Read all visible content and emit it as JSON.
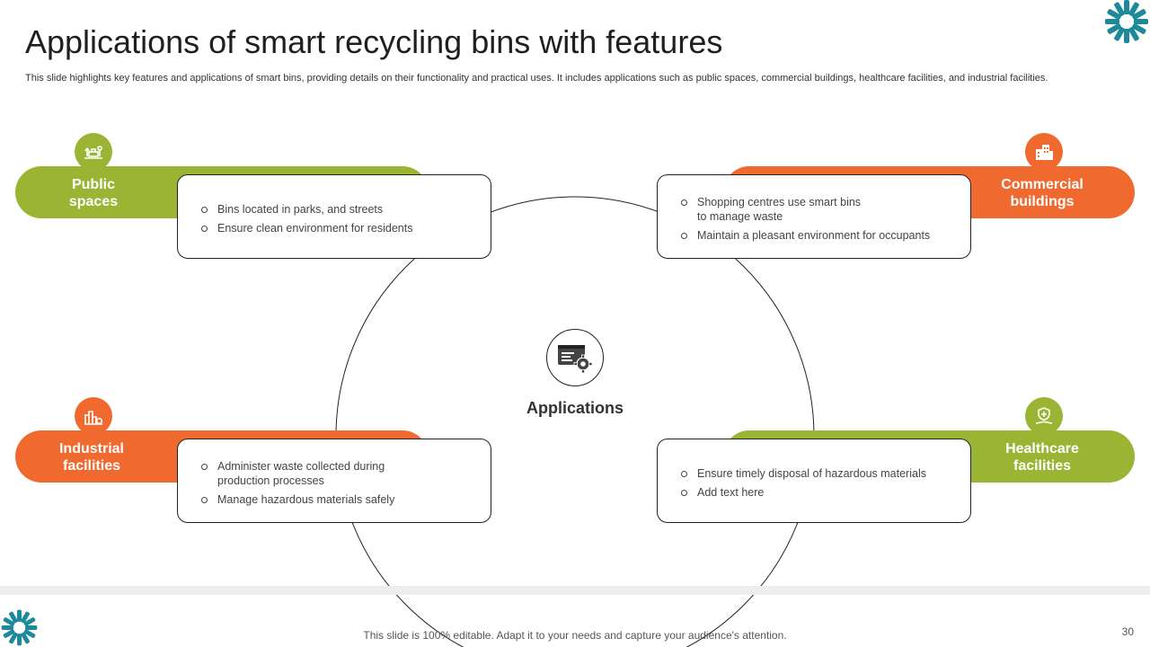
{
  "header": {
    "title": "Applications of smart recycling bins with features",
    "subtitle": "This slide highlights key features and applications of smart bins, providing details on their functionality and practical uses. It includes applications such as public spaces, commercial buildings, healthcare facilities, and industrial facilities."
  },
  "center": {
    "label": "Applications",
    "icon": "settings-window-icon"
  },
  "sections": {
    "public": {
      "label": "Public\nspaces",
      "icon": "city-park-icon",
      "color": "#9bb433",
      "bullets": [
        "Bins located in parks, and streets",
        "Ensure clean environment for residents"
      ]
    },
    "commercial": {
      "label": "Commercial\nbuildings",
      "icon": "building-icon",
      "color": "#f06a30",
      "bullets": [
        "Shopping centres use smart bins\nto manage waste",
        "Maintain a pleasant environment for occupants"
      ]
    },
    "industrial": {
      "label": "Industrial\nfacilities",
      "icon": "factory-icon",
      "color": "#f06a30",
      "bullets": [
        "Administer waste collected during\nproduction processes",
        "Manage hazardous materials safely"
      ]
    },
    "healthcare": {
      "label": "Healthcare\nfacilities",
      "icon": "hand-shield-icon",
      "color": "#9bb433",
      "bullets": [
        "Ensure timely disposal of hazardous materials",
        "Add text here"
      ]
    }
  },
  "footer": {
    "note": "This slide is 100% editable. Adapt it to your needs and capture your audience's attention.",
    "page_number": "30"
  }
}
